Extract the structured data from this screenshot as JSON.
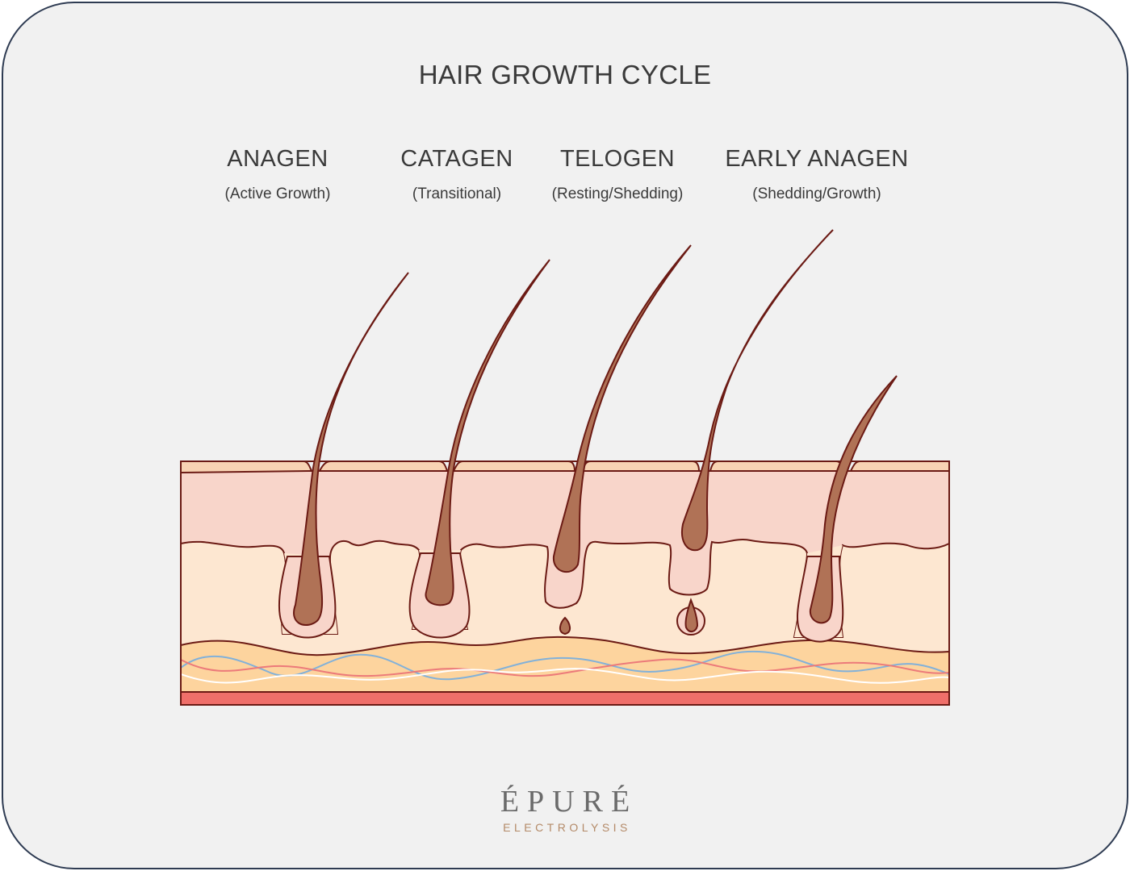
{
  "title": "HAIR GROWTH CYCLE",
  "stages": [
    {
      "name": "ANAGEN",
      "subtitle": "(Active Growth)"
    },
    {
      "name": "CATAGEN",
      "subtitle": "(Transitional)"
    },
    {
      "name": "TELOGEN",
      "subtitle": "(Resting/Shedding)"
    },
    {
      "name": "EARLY ANAGEN",
      "subtitle": "(Shedding/Growth)"
    }
  ],
  "brand": {
    "name": "ÉPURÉ",
    "tagline": "ELECTROLYSIS"
  },
  "colors": {
    "frame": "#2e3b52",
    "background": "#f1f1f1",
    "outline": "#6b1a14",
    "hair": "#b07256",
    "epidermis": "#f8d5ca",
    "surface": "#f8d3b3",
    "dermis": "#fde7d1",
    "fat_layer": "#fdd49e",
    "base_layer": "#ef6f6a",
    "nerve": "#82b1d9",
    "vessel": "#ec7a7a",
    "brand_tag": "#b48a68"
  }
}
